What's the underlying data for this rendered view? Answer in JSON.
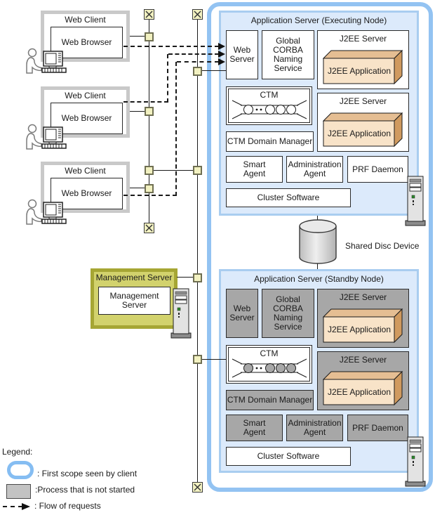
{
  "colors": {
    "scope_border": "#93c3f2",
    "node_fill": "#dceafb",
    "node_border": "#a9cdf0",
    "stopped_process_fill": "#a7a7a7",
    "legend_gray_fill": "#c3c3c3",
    "management_fill": "#d2d26d",
    "management_border": "#a6a634",
    "network_node_fill": "#f2f1c1",
    "j2ee_app_front": "#f8e3c8",
    "j2ee_app_top": "#e5be93",
    "j2ee_app_side": "#d09a5f"
  },
  "web_clients": [
    {
      "title": "Web Client",
      "browser": "Web Browser"
    },
    {
      "title": "Web Client",
      "browser": "Web Browser"
    },
    {
      "title": "Web Client",
      "browser": "Web Browser"
    }
  ],
  "management_server": {
    "title": "Management Server",
    "inner": "Management Server"
  },
  "shared_disc_label": "Shared Disc Device",
  "nodes": {
    "executing": {
      "title": "Application Server (Executing Node)",
      "components": {
        "web_server": "Web Server",
        "corba": "Global CORBA Naming Service",
        "j2ee_server": "J2EE Server",
        "j2ee_app": "J2EE Application",
        "ctm": "CTM",
        "ctm_domain": "CTM Domain Manager",
        "smart_agent": "Smart Agent",
        "admin_agent": "Administration Agent",
        "prf_daemon": "PRF Daemon",
        "cluster": "Cluster Software"
      }
    },
    "standby": {
      "title": "Application Server (Standby Node)",
      "components": {
        "web_server": "Web Server",
        "corba": "Global CORBA Naming Service",
        "j2ee_server": "J2EE Server",
        "j2ee_app": "J2EE Application",
        "ctm": "CTM",
        "ctm_domain": "CTM Domain Manager",
        "smart_agent": "Smart Agent",
        "admin_agent": "Administration Agent",
        "prf_daemon": "PRF Daemon",
        "cluster": "Cluster Software"
      }
    }
  },
  "legend": {
    "title": "Legend:",
    "first_scope": ": First scope seen by client",
    "not_started": ":Process that is not started",
    "flow": ": Flow of requests"
  }
}
